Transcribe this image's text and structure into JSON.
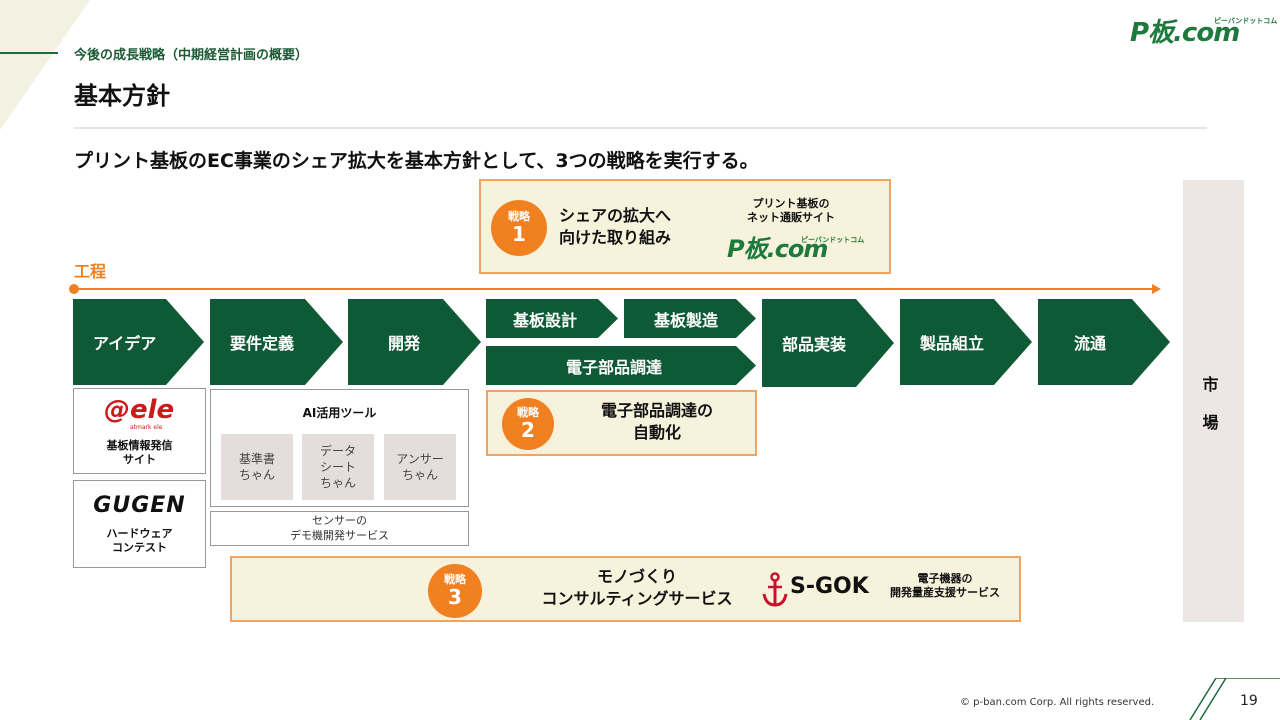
{
  "header": {
    "subtitle": "今後の成長戦略（中期経営計画の概要）",
    "title": "基本方針",
    "logo_main": "P板.com",
    "logo_kana": "ピーバンドットコム"
  },
  "headline": "プリント基板のEC事業のシェア拡大を基本方針として、3つの戦略を実行する。",
  "strategy1": {
    "badge_label": "戦略",
    "badge_num": "1",
    "line1": "シェアの拡大へ",
    "line2": "向けた取り組み",
    "desc_line1": "プリント基板の",
    "desc_line2": "ネット通販サイト",
    "logo_main": "P板.com",
    "logo_kana": "ピーバンドットコム"
  },
  "process": {
    "label": "工程",
    "steps": {
      "idea": "アイデア",
      "requirements": "要件定義",
      "development": "開発",
      "board_design": "基板設計",
      "board_manufacturing": "基板製造",
      "parts_procurement": "電子部品調達",
      "parts_mounting": "部品実装",
      "assembly": "製品組立",
      "distribution": "流通"
    }
  },
  "market": {
    "line1": "市",
    "line2": "場"
  },
  "cards": {
    "atele_logo": "@ele",
    "atele_sub": "atmark ele",
    "atele_cap1": "基板情報発信",
    "atele_cap2": "サイト",
    "gugen_logo": "GUGEN",
    "gugen_cap1": "ハードウェア",
    "gugen_cap2": "コンテスト",
    "ai_title": "AI活用ツール",
    "tool1_l1": "基準書",
    "tool1_l2": "ちゃん",
    "tool2_l1": "データ",
    "tool2_l2": "シート",
    "tool2_l3": "ちゃん",
    "tool3_l1": "アンサー",
    "tool3_l2": "ちゃん",
    "sensor_l1": "センサーの",
    "sensor_l2": "デモ機開発サービス"
  },
  "strategy2": {
    "badge_label": "戦略",
    "badge_num": "2",
    "line1": "電子部品調達の",
    "line2": "自動化"
  },
  "strategy3": {
    "badge_label": "戦略",
    "badge_num": "3",
    "line1": "モノづくり",
    "line2": "コンサルティングサービス",
    "logo": "S-GOK",
    "desc_line1": "電子機器の",
    "desc_line2": "開発量産支援サービス"
  },
  "footer": {
    "copyright": "©  p-ban.com Corp. All rights reserved.",
    "page": "19"
  },
  "colors": {
    "green": "#0e5a36",
    "orange": "#f08020",
    "cream": "#f7f2dc",
    "gray": "#ece7e4"
  }
}
